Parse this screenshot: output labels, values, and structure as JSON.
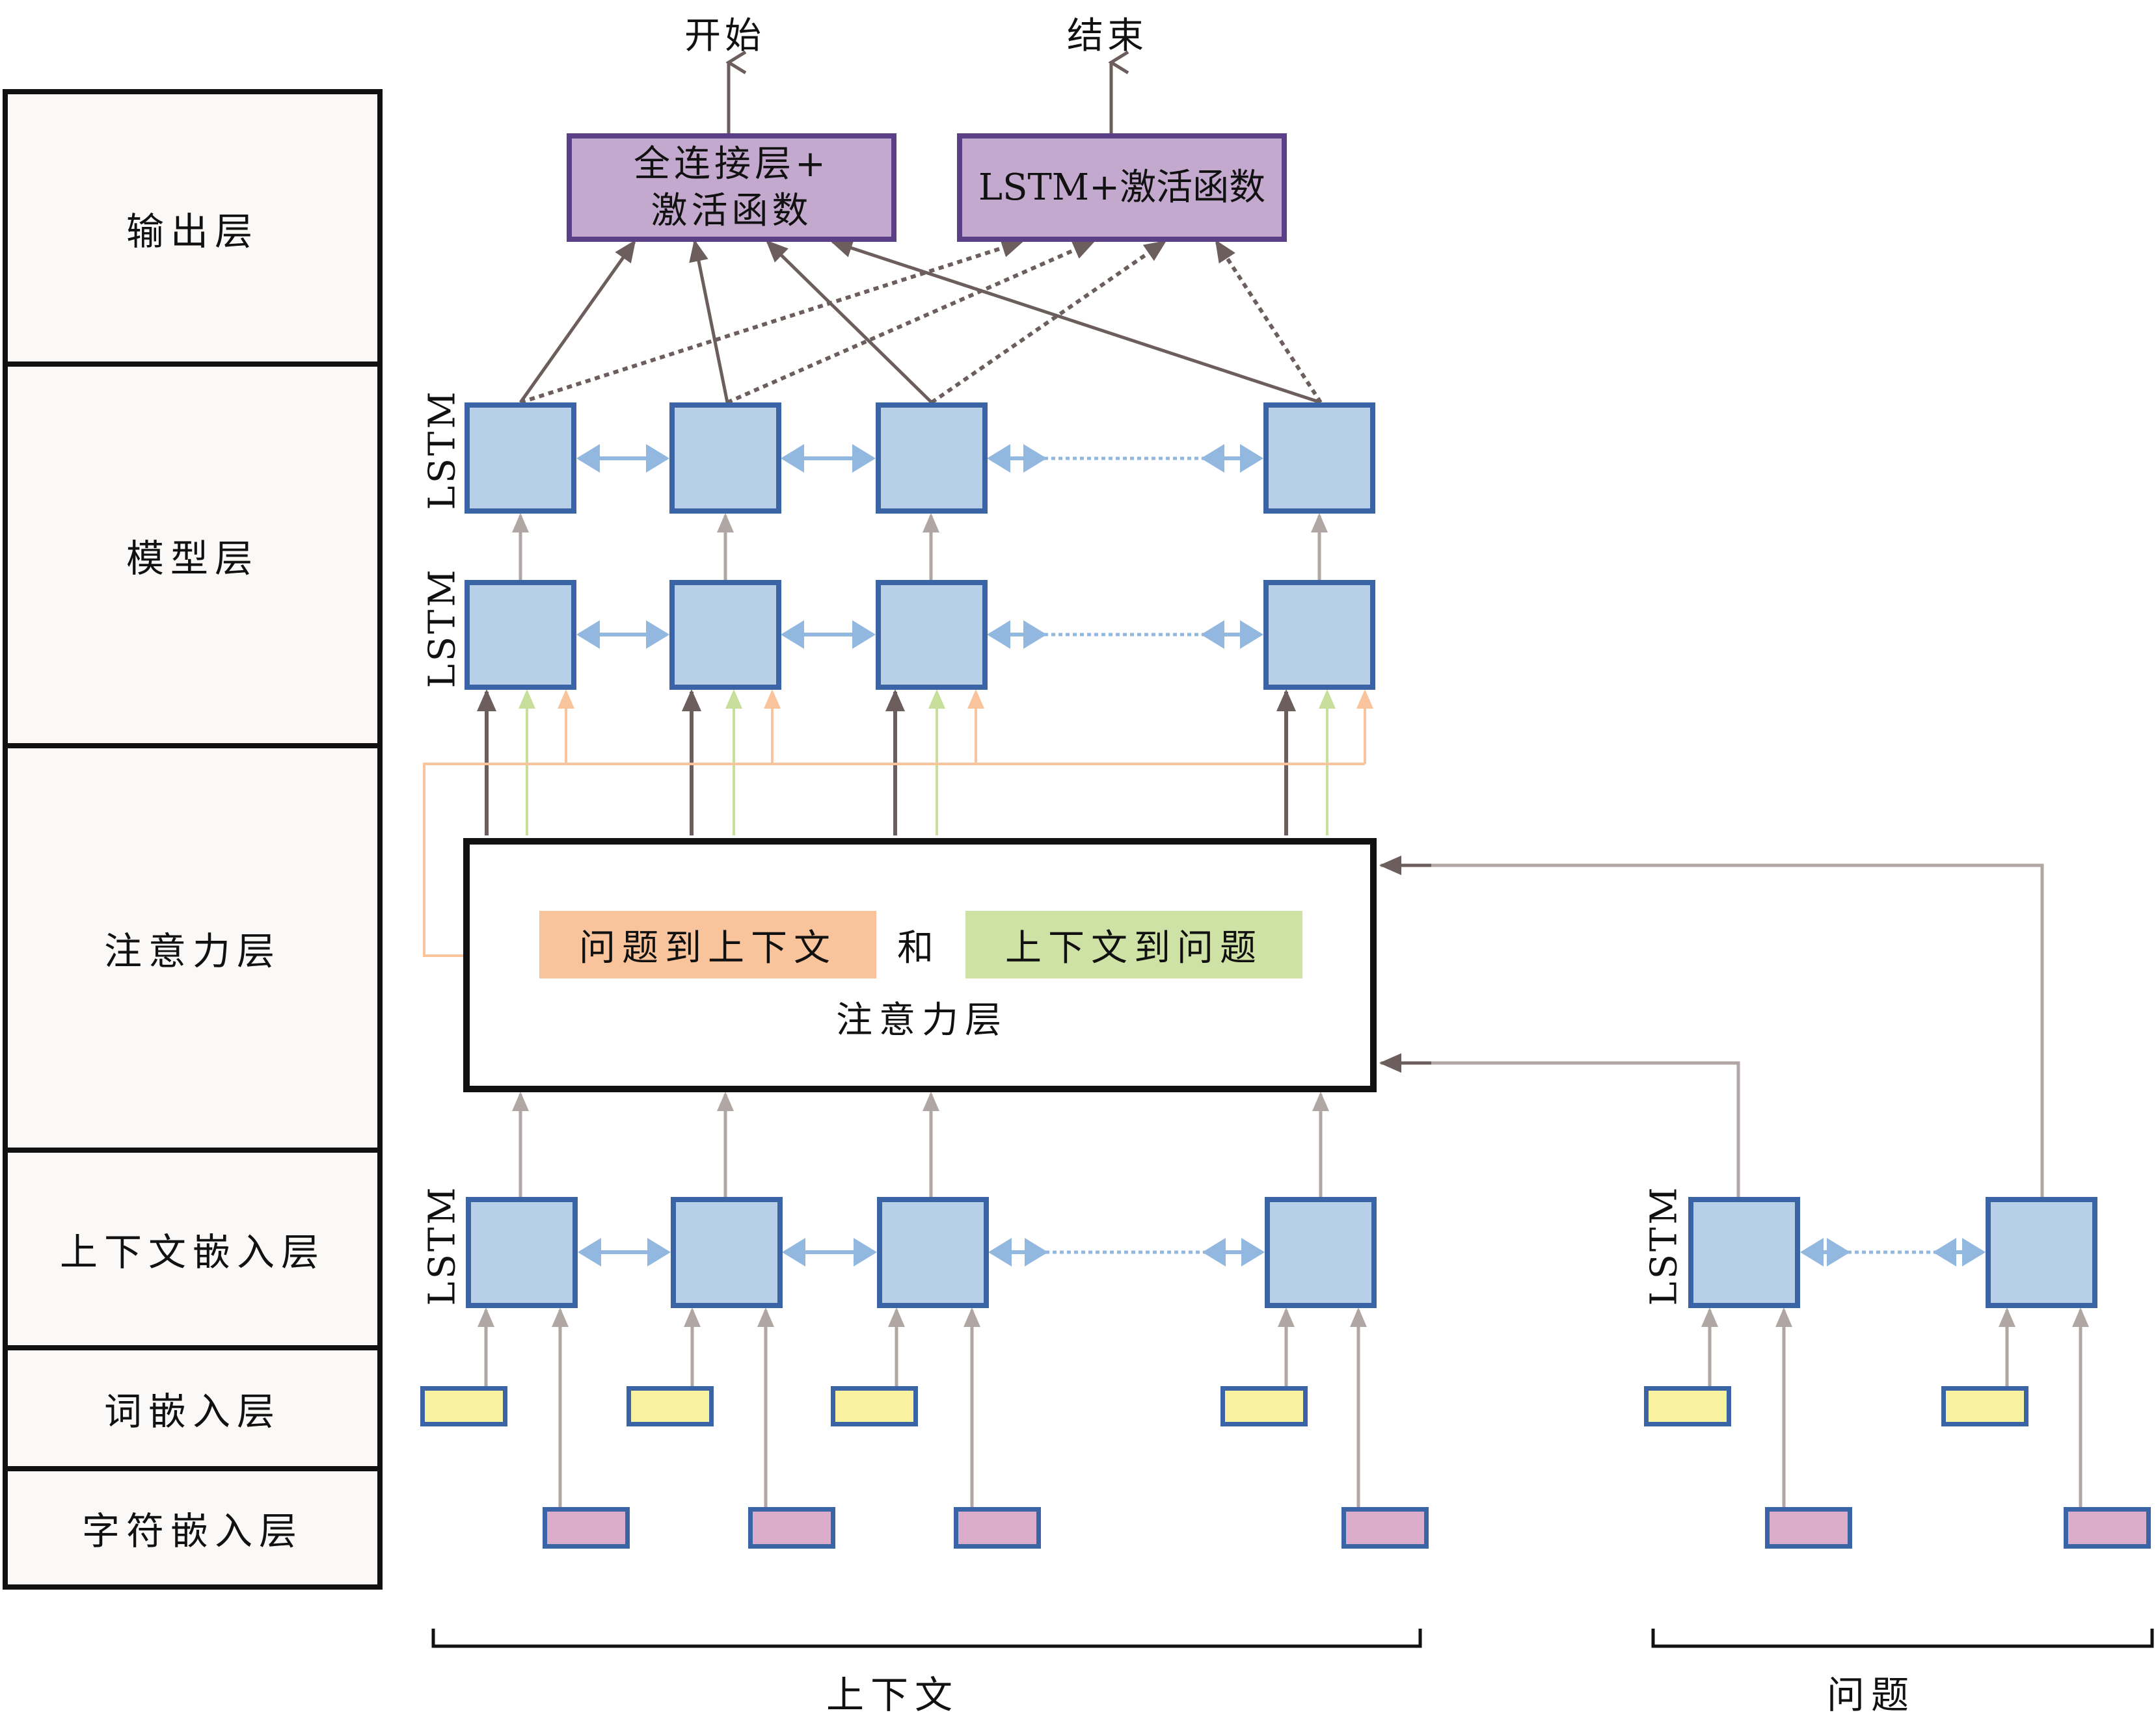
{
  "layers": [
    {
      "id": "output",
      "label": "输出层"
    },
    {
      "id": "model",
      "label": "模型层"
    },
    {
      "id": "attention",
      "label": "注意力层"
    },
    {
      "id": "context-embedding",
      "label": "上下文嵌入层"
    },
    {
      "id": "word-embedding",
      "label": "词嵌入层"
    },
    {
      "id": "char-embedding",
      "label": "字符嵌入层"
    }
  ],
  "outputs": {
    "start_label": "开始",
    "end_label": "结束",
    "fc_box": "全连接层+\n激活函数",
    "lstm_box": "LSTM+激活函数"
  },
  "lstm_label": "LSTM",
  "attention": {
    "q2c": "问题到上下文",
    "and": "和",
    "c2q": "上下文到问题",
    "title": "注意力层"
  },
  "groups": {
    "context": "上下文",
    "question": "问题"
  },
  "colors": {
    "lstm_fill": "#b8cfe8",
    "lstm_border": "#3a64a6",
    "output_fill": "#c3a9cd",
    "output_border": "#5b3f87",
    "word_fill": "#f8f2a0",
    "char_fill": "#dcaccb",
    "q2c_fill": "#f9c49b",
    "c2q_fill": "#cfe2a6",
    "arrow_dark": "#6b5e5c",
    "arrow_gray": "#b0a6a3",
    "arrow_blue": "#93b8df",
    "arrow_green": "#c7df9a",
    "arrow_orange": "#f9c49b"
  }
}
